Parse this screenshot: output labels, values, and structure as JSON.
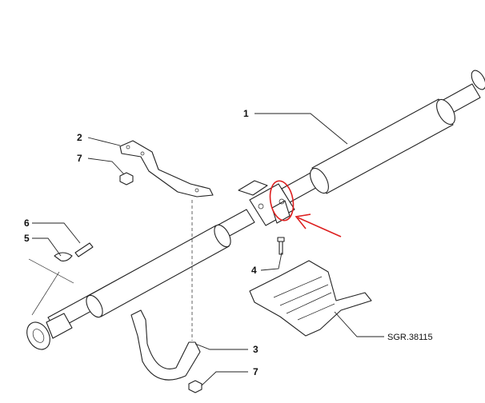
{
  "callouts": {
    "c1": "1",
    "c2": "2",
    "c3": "3",
    "c4": "4",
    "c5": "5",
    "c6": "6",
    "c7a": "7",
    "c7b": "7"
  },
  "reference_code": "SGR.38115",
  "annotation": {
    "circle_color": "#dd1f1f",
    "arrow_color": "#dd1f1f",
    "icon": "red-arrow-icon"
  }
}
